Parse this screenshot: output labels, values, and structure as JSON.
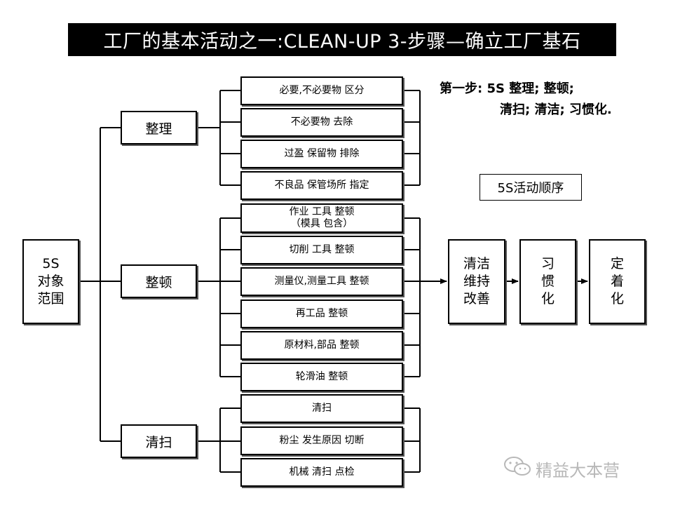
{
  "title": "工厂的基本活动之一:CLEAN-UP 3-步骤—确立工厂基石",
  "root": {
    "lines": [
      "5S",
      "对象",
      "范围"
    ]
  },
  "categories": [
    {
      "label": "整理",
      "items": [
        "必要,不必要物 区分",
        "不必要物 去除",
        "过盈 保留物 排除",
        "不良品 保管场所 指定"
      ]
    },
    {
      "label": "整顿",
      "items": [
        "作业 工具 整顿\n（模具 包含）",
        "切削 工具 整顿",
        "测量仪,测量工具 整顿",
        "再工品 整顿",
        "原材料,部品 整顿",
        "轮滑油 整顿"
      ]
    },
    {
      "label": "清扫",
      "items": [
        "清扫",
        "粉尘 发生原因 切断",
        "机械 清扫 点检"
      ]
    }
  ],
  "step_text": {
    "line1": "第一步: 5S   整理; 整顿;",
    "line2": "清扫; 清洁; 习惯化."
  },
  "order_label": "5S活动顺序",
  "stages": [
    {
      "lines": [
        "清洁",
        "维持",
        "改善"
      ]
    },
    {
      "lines": [
        "习",
        "惯",
        "化"
      ]
    },
    {
      "lines": [
        "定",
        "着",
        "化"
      ]
    }
  ],
  "watermark": "精益大本营"
}
